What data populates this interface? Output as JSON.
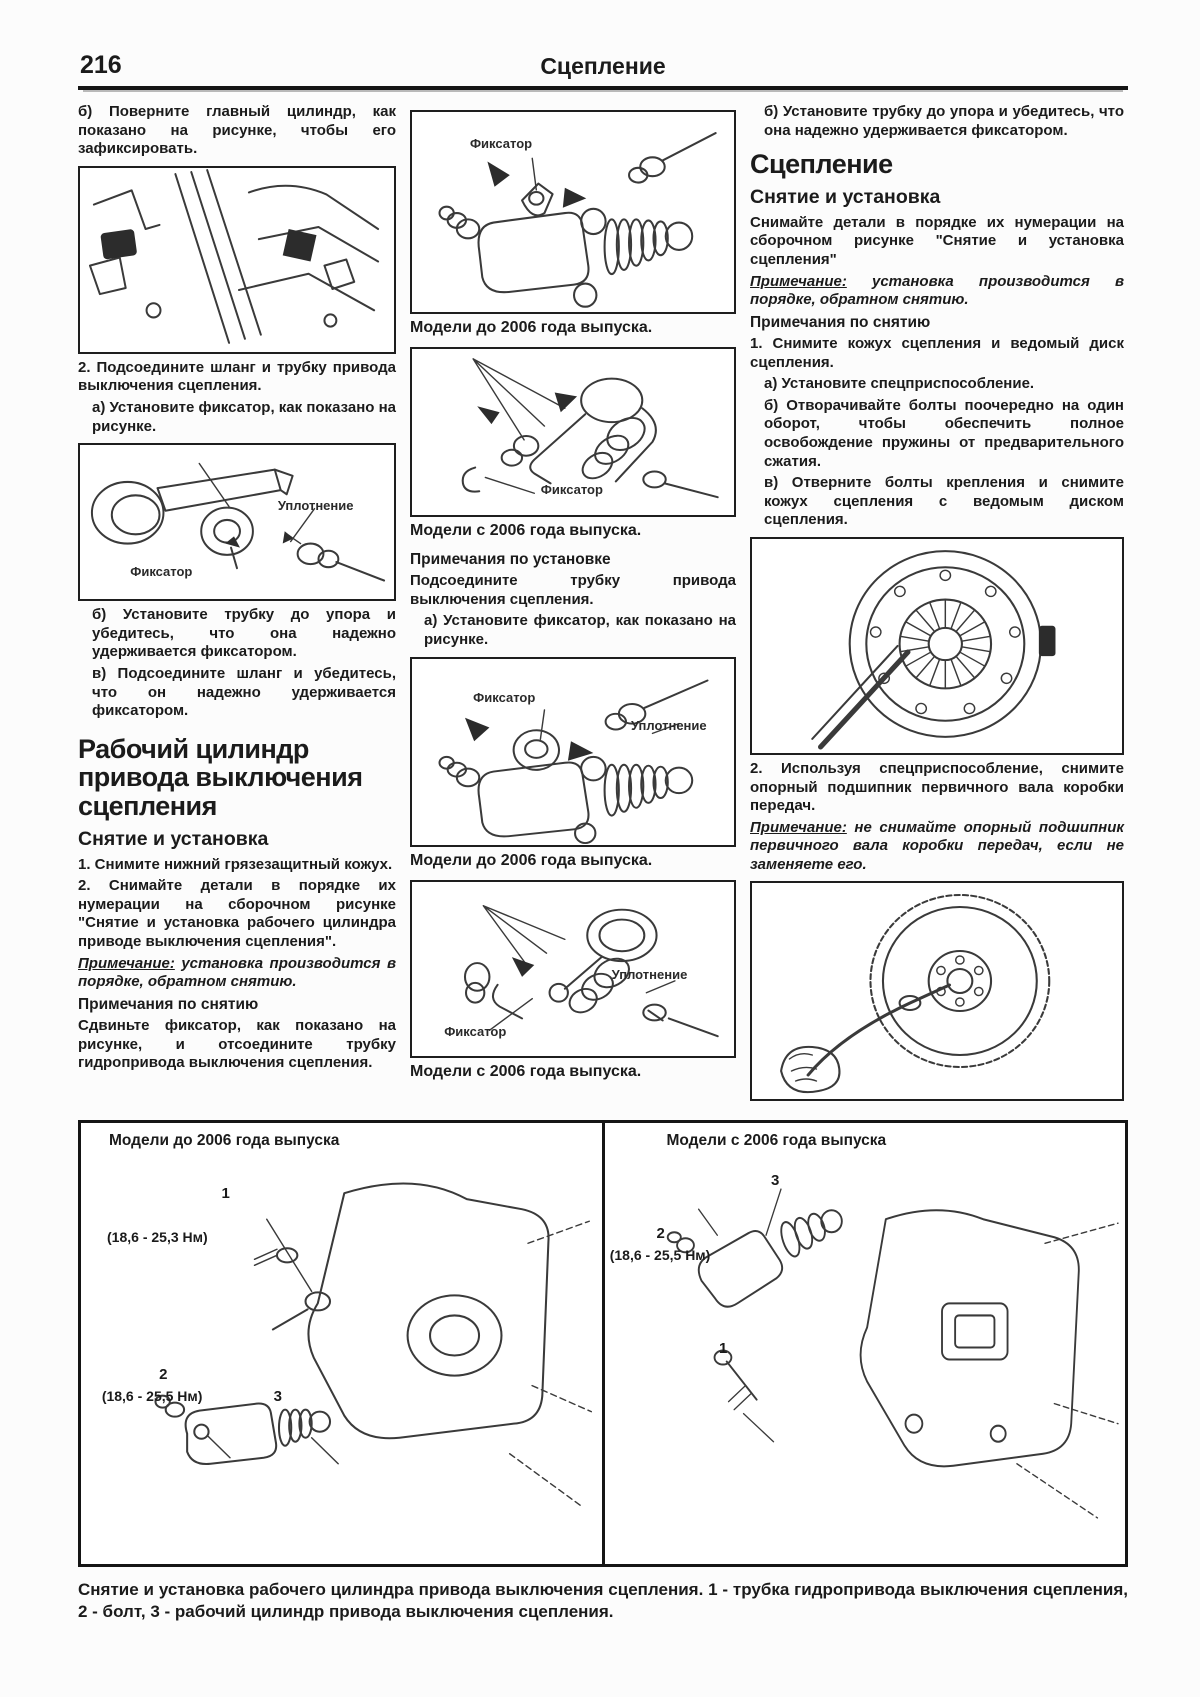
{
  "header": {
    "page_number": "216",
    "title": "Сцепление"
  },
  "left": {
    "p_b_master": "б) Поверните главный цилиндр, как показано на рисунке, чтобы его зафиксировать.",
    "p2": "2. Подсоедините шланг и трубку привода выключения сцепления.",
    "p2a": "а) Установите фиксатор, как показано на рисунке.",
    "fig_seal_label": "Уплотнение",
    "fig_retainer_label": "Фиксатор",
    "p_b_tube": "б) Установите трубку до упора и убедитесь, что она надежно удерживается фиксатором.",
    "p_v_hose": "в) Подсоедините шланг и убедитесь, что он надежно удерживается фиксатором.",
    "section_heading": "Рабочий цилиндр привода выключения сцепления",
    "section_subheading": "Снятие и установка",
    "p1": "1. Снимите нижний грязезащитный кожух.",
    "p2_removal": "2. Снимайте детали в порядке их нумерации на сборочном рисунке \"Снятие и установка рабочего цилиндра приводе выключения сцепления\".",
    "note_label": "Примечание:",
    "note_text": "установка производится в порядке, обратном снятию.",
    "removal_notes_heading": "Примечания по снятию",
    "removal_notes_text": "Сдвиньте фиксатор, как показано на рисунке, и отсоедините трубку гидропривода выключения сцепления."
  },
  "middle": {
    "fig1": {
      "label_retainer": "Фиксатор",
      "caption": "Модели до 2006 года выпуска."
    },
    "fig2": {
      "label_retainer": "Фиксатор",
      "caption": "Модели с 2006 года выпуска."
    },
    "install_heading": "Примечания по установке",
    "install_p1": "Подсоедините трубку привода выключения сцепления.",
    "install_p2": "а) Установите фиксатор, как показано на рисунке.",
    "fig3": {
      "label_retainer": "Фиксатор",
      "label_seal": "Уплотнение",
      "caption": "Модели до 2006 года выпуска."
    },
    "fig4": {
      "label_retainer": "Фиксатор",
      "label_seal": "Уплотнение",
      "caption": "Модели с 2006 года выпуска."
    }
  },
  "right": {
    "p_b_tube": "б) Установите трубку до упора и убедитесь, что она надежно удерживается фиксатором.",
    "section_heading": "Сцепление",
    "section_subheading": "Снятие и установка",
    "p_intro": "Снимайте детали в порядке их нумерации на сборочном рисунке \"Снятие и установка сцепления\"",
    "note1_label": "Примечание:",
    "note1_text": "установка производится в порядке, обратном снятию.",
    "removal_heading": "Примечания по снятию",
    "r1": "1. Снимите кожух сцепления и ведомый диск сцепления.",
    "r1a": "а) Установите спецприспособление.",
    "r1b": "б) Отворачивайте болты поочередно на один оборот, чтобы обеспечить полное освобождение пружины от предварительного сжатия.",
    "r1v": "в) Отверните болты крепления и снимите кожух сцепления с ведомым диском сцепления.",
    "p2": "2. Используя спецприспособление, снимите опорный подшипник первичного вала коробки передач.",
    "note2_label": "Примечание:",
    "note2_text": "не снимайте опорный подшипник первичного вала коробки передач, если не заменяете его."
  },
  "bottom": {
    "left_panel": {
      "title": "Модели до 2006 года выпуска",
      "n1": "1",
      "torque_top": "(18,6 - 25,3 Нм)",
      "n2": "2",
      "torque_bottom": "(18,6 - 25,5 Нм)",
      "n3": "3"
    },
    "right_panel": {
      "title": "Модели с 2006 года выпуска",
      "n3": "3",
      "n2": "2",
      "torque": "(18,6 - 25,5 Нм)",
      "n1": "1"
    },
    "caption": "Снятие и установка рабочего цилиндра привода выключения сцепления. 1 - трубка гидропривода выключения сцепления, 2 - болт, 3 - рабочий цилиндр привода выключения сцепления."
  }
}
